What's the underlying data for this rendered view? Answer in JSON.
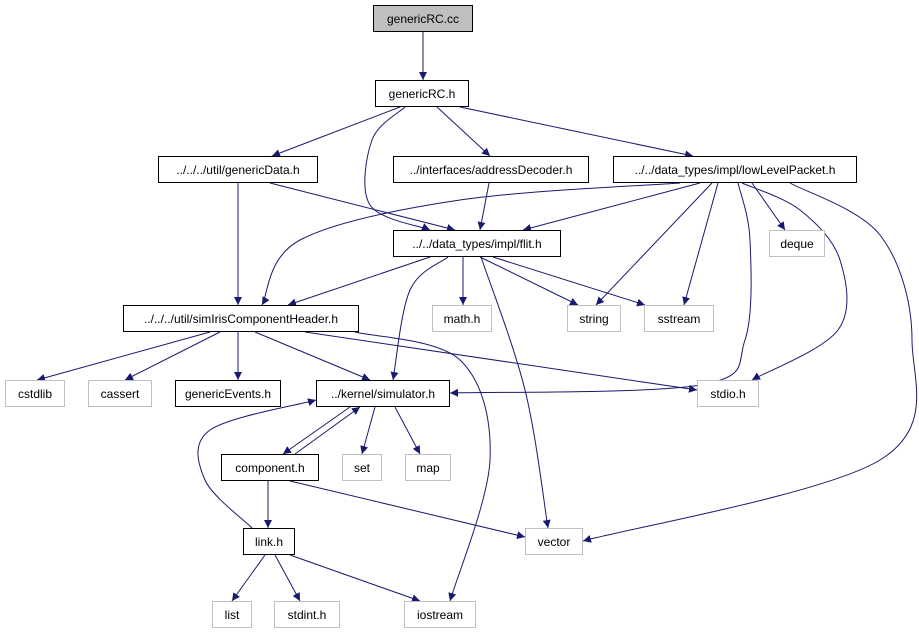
{
  "graph": {
    "edge_color": "#191970",
    "root_fill": "#bfbfbf",
    "system_border": "#bfbfbf",
    "nodes": [
      {
        "id": "n0",
        "label": "genericRC.cc",
        "kind": "root"
      },
      {
        "id": "n1",
        "label": "genericRC.h",
        "kind": "header"
      },
      {
        "id": "n2",
        "label": "../../../util/genericData.h",
        "kind": "header"
      },
      {
        "id": "n3",
        "label": "../interfaces/addressDecoder.h",
        "kind": "header"
      },
      {
        "id": "n4",
        "label": "../../data_types/impl/lowLevelPacket.h",
        "kind": "header"
      },
      {
        "id": "n5",
        "label": "../../data_types/impl/flit.h",
        "kind": "header"
      },
      {
        "id": "n6",
        "label": "deque",
        "kind": "system"
      },
      {
        "id": "n7",
        "label": "../../../util/simIrisComponentHeader.h",
        "kind": "header"
      },
      {
        "id": "n8",
        "label": "math.h",
        "kind": "system"
      },
      {
        "id": "n9",
        "label": "string",
        "kind": "system"
      },
      {
        "id": "n10",
        "label": "sstream",
        "kind": "system"
      },
      {
        "id": "n11",
        "label": "cstdlib",
        "kind": "system"
      },
      {
        "id": "n12",
        "label": "cassert",
        "kind": "system"
      },
      {
        "id": "n13",
        "label": "genericEvents.h",
        "kind": "header"
      },
      {
        "id": "n14",
        "label": "../kernel/simulator.h",
        "kind": "header"
      },
      {
        "id": "n15",
        "label": "stdio.h",
        "kind": "system"
      },
      {
        "id": "n16",
        "label": "component.h",
        "kind": "header"
      },
      {
        "id": "n17",
        "label": "set",
        "kind": "system"
      },
      {
        "id": "n18",
        "label": "map",
        "kind": "system"
      },
      {
        "id": "n19",
        "label": "vector",
        "kind": "system"
      },
      {
        "id": "n20",
        "label": "link.h",
        "kind": "header"
      },
      {
        "id": "n21",
        "label": "list",
        "kind": "system"
      },
      {
        "id": "n22",
        "label": "stdint.h",
        "kind": "system"
      },
      {
        "id": "n23",
        "label": "iostream",
        "kind": "system"
      }
    ],
    "edges": [
      {
        "from": "n0",
        "to": "n1"
      },
      {
        "from": "n1",
        "to": "n2"
      },
      {
        "from": "n1",
        "to": "n3"
      },
      {
        "from": "n1",
        "to": "n4"
      },
      {
        "from": "n1",
        "to": "n5"
      },
      {
        "from": "n2",
        "to": "n5"
      },
      {
        "from": "n2",
        "to": "n7"
      },
      {
        "from": "n3",
        "to": "n5"
      },
      {
        "from": "n4",
        "to": "n5"
      },
      {
        "from": "n4",
        "to": "n6"
      },
      {
        "from": "n4",
        "to": "n7"
      },
      {
        "from": "n4",
        "to": "n9"
      },
      {
        "from": "n4",
        "to": "n10"
      },
      {
        "from": "n4",
        "to": "n14"
      },
      {
        "from": "n4",
        "to": "n15"
      },
      {
        "from": "n4",
        "to": "n19"
      },
      {
        "from": "n5",
        "to": "n7"
      },
      {
        "from": "n5",
        "to": "n8"
      },
      {
        "from": "n5",
        "to": "n9"
      },
      {
        "from": "n5",
        "to": "n10"
      },
      {
        "from": "n5",
        "to": "n14"
      },
      {
        "from": "n5",
        "to": "n19"
      },
      {
        "from": "n7",
        "to": "n11"
      },
      {
        "from": "n7",
        "to": "n12"
      },
      {
        "from": "n7",
        "to": "n13"
      },
      {
        "from": "n7",
        "to": "n14"
      },
      {
        "from": "n7",
        "to": "n15"
      },
      {
        "from": "n7",
        "to": "n23"
      },
      {
        "from": "n14",
        "to": "n16"
      },
      {
        "from": "n14",
        "to": "n17"
      },
      {
        "from": "n14",
        "to": "n18"
      },
      {
        "from": "n16",
        "to": "n14"
      },
      {
        "from": "n16",
        "to": "n19"
      },
      {
        "from": "n16",
        "to": "n20"
      },
      {
        "from": "n20",
        "to": "n14"
      },
      {
        "from": "n20",
        "to": "n21"
      },
      {
        "from": "n20",
        "to": "n22"
      },
      {
        "from": "n20",
        "to": "n23"
      }
    ]
  }
}
